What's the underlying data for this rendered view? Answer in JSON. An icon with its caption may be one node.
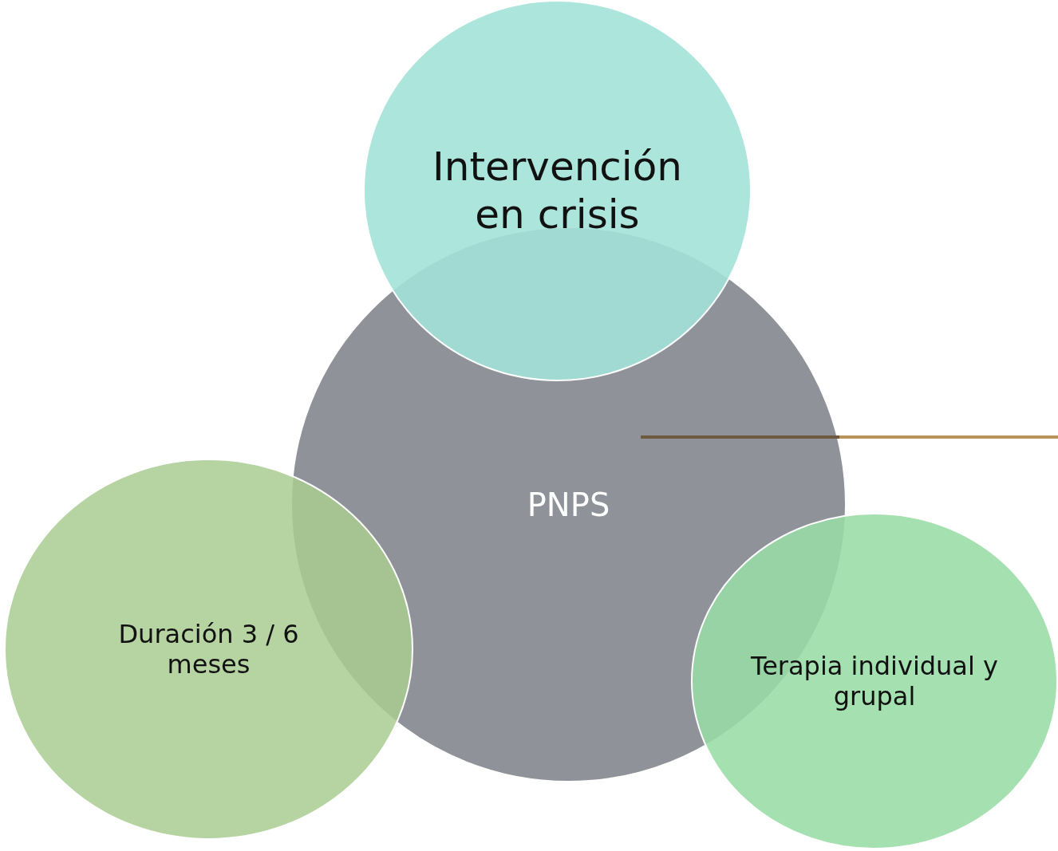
{
  "diagram": {
    "nodes": [
      {
        "text": [
          "Intervención en crisis"
        ]
      },
      {
        "text": [
          "PNPS"
        ]
      },
      {
        "text": [
          "Duración 3 / 6 meses"
        ]
      },
      {
        "text": [
          "Terapia individual y grupal"
        ]
      }
    ]
  }
}
